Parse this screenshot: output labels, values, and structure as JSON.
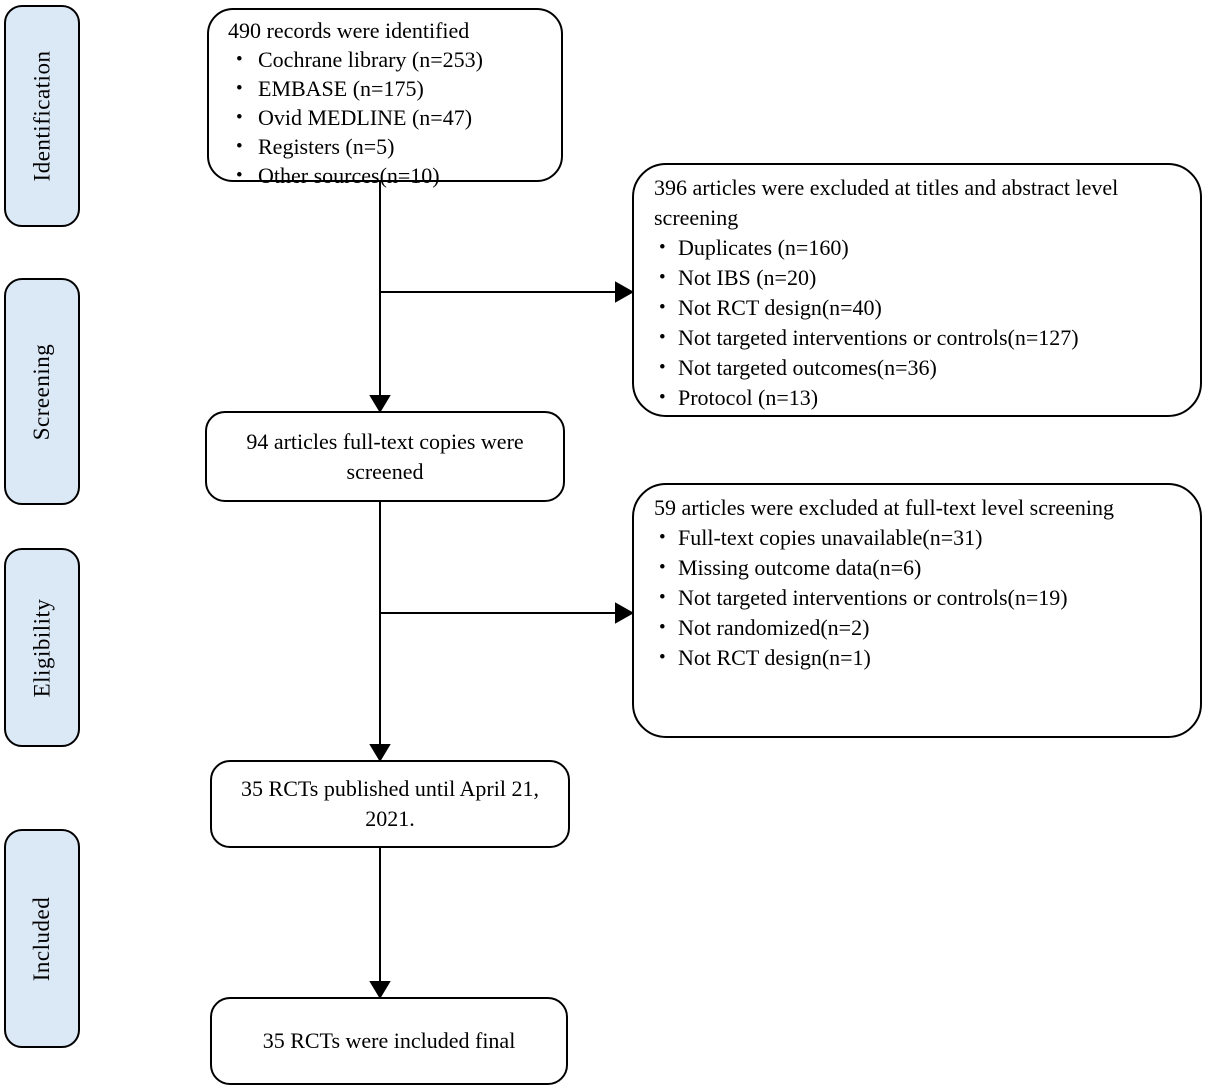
{
  "diagram": {
    "bullet_char": "•",
    "colors": {
      "stage_fill": "#dbe8f6",
      "box_border": "#000000",
      "background": "#ffffff"
    },
    "stages": [
      {
        "label": "Identification"
      },
      {
        "label": "Screening"
      },
      {
        "label": "Eligibility"
      },
      {
        "label": "Included"
      }
    ],
    "records_identified_box": {
      "title": "490 records were identified",
      "bullets": [
        "Cochrane library (n=253)",
        "EMBASE (n=175)",
        "Ovid MEDLINE (n=47)",
        "Registers (n=5)",
        "Other sources(n=10)"
      ]
    },
    "title_abstract_exclusion_box": {
      "title": "396 articles were excluded at titles and abstract level screening",
      "bullets": [
        "Duplicates (n=160)",
        "Not IBS (n=20)",
        "Not RCT design(n=40)",
        "Not targeted interventions or controls(n=127)",
        "Not targeted outcomes(n=36)",
        "Protocol (n=13)"
      ]
    },
    "fulltext_screened_box": {
      "text": "94 articles full-text copies were screened"
    },
    "fulltext_exclusion_box": {
      "title": "59 articles were excluded at full-text level screening",
      "bullets": [
        "Full-text copies unavailable(n=31)",
        "Missing outcome data(n=6)",
        "Not targeted interventions or controls(n=19)",
        "Not randomized(n=2)",
        "Not RCT design(n=1)"
      ]
    },
    "rcts_published_box": {
      "text": "35 RCTs published until April 21, 2021."
    },
    "rcts_included_box": {
      "text": "35 RCTs were included final"
    }
  }
}
